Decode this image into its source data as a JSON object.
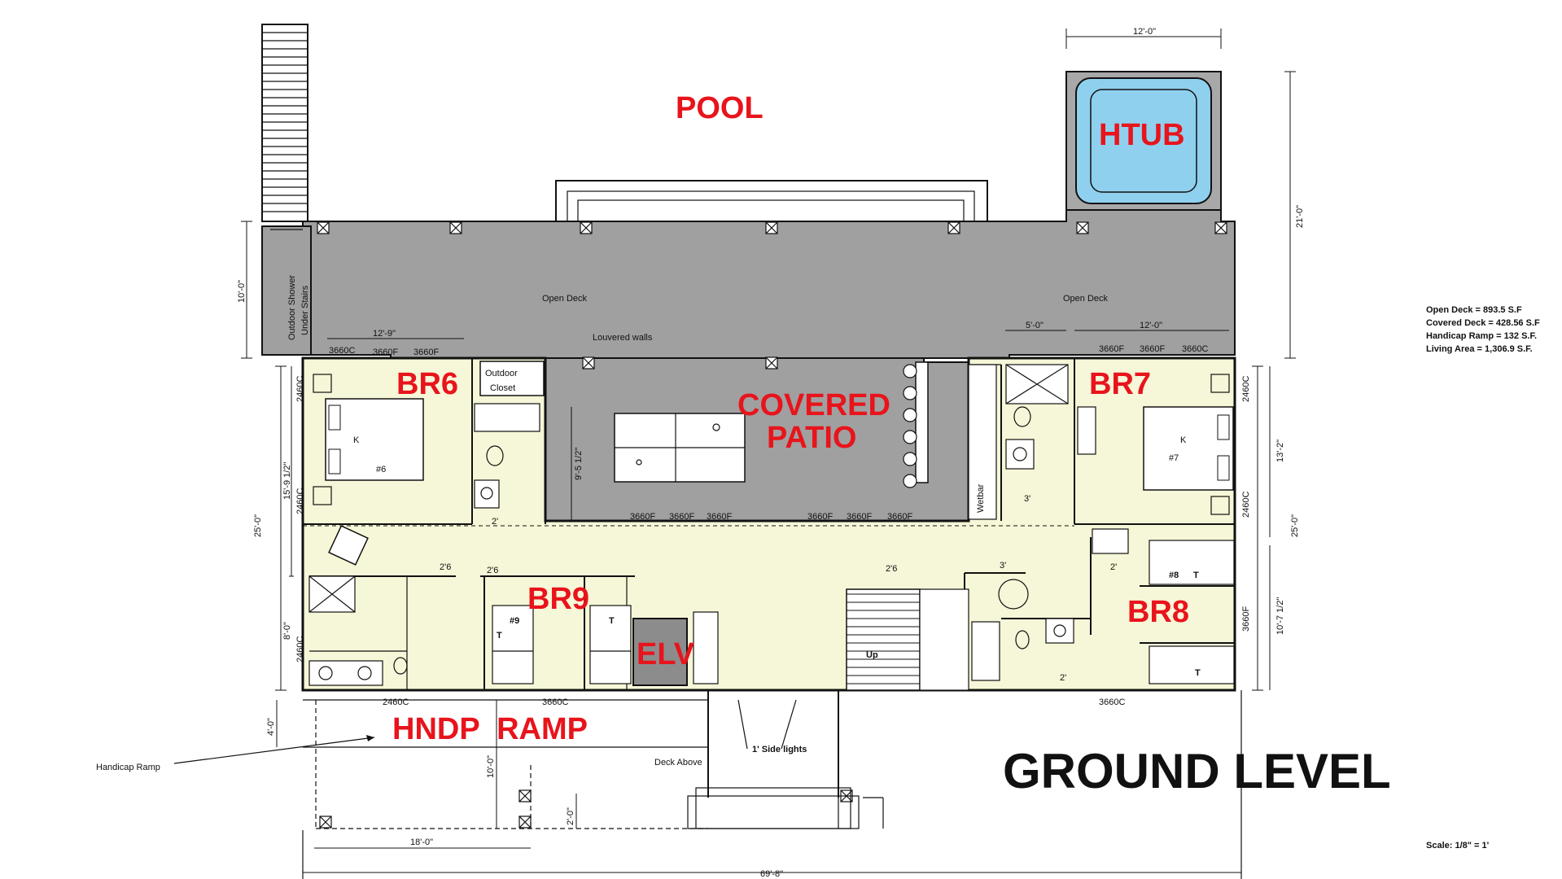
{
  "title": "GROUND LEVEL",
  "scale": "Scale: 1/8\" = 1'",
  "colors": {
    "room_label": "#e8141c",
    "living_area": "#f6f6d8",
    "deck": "#a0a0a0",
    "hot_tub_water": "#8fd0ee",
    "wall": "#111111"
  },
  "rooms": {
    "pool": "POOL",
    "htub": "HTUB",
    "br6": "BR6",
    "br7": "BR7",
    "covered_patio_line1": "COVERED",
    "covered_patio_line2": "PATIO",
    "br9": "BR9",
    "br8": "BR8",
    "elv": "ELV",
    "hndp_ramp": "HNDP  RAMP"
  },
  "notes": {
    "open_deck_left": "Open Deck",
    "open_deck_right": "Open Deck",
    "louvered_walls": "Louvered walls",
    "outdoor_closet_1": "Outdoor",
    "outdoor_closet_2": "Closet",
    "outdoor_shower_1": "Outdoor Shower",
    "outdoor_shower_2": "Under Stairs",
    "wetbar": "Wetbar",
    "up": "Up",
    "handicap_ramp": "Handicap Ramp",
    "deck_above": "Deck Above",
    "side_lights": "1' Side lights",
    "bed6": "#6",
    "bed7": "#7",
    "bed8": "#8",
    "bed9": "#9",
    "k": "K",
    "t": "T"
  },
  "summary": [
    "Open Deck = 893.5 S.F",
    "Covered Deck = 428.56 S.F",
    "Handicap Ramp = 132 S.F.",
    "Living Area = 1,306.9 S.F."
  ],
  "dimensions": {
    "htub_width": "12'-0\"",
    "htub_height": "21'-0\"",
    "deck_depth": "10'-0\"",
    "br6_width": "12'-9\"",
    "right_5": "5'-0\"",
    "right_12": "12'-0\"",
    "left_159": "15'-9 1/2\"",
    "left_25": "25'-0\"",
    "left_8": "8'-0\"",
    "patio_depth": "9'-5 1/2\"",
    "right_132": "13'-2\"",
    "right_25": "25'-0\"",
    "right_107": "10'-7 1/2\"",
    "ramp_4": "4'-0\"",
    "ramp_10": "10'-0\"",
    "step_2": "2'-0\"",
    "bottom_18": "18'-0\"",
    "bottom_698": "69'-8\""
  },
  "windows": {
    "w3660c": "3660C",
    "w3660f": "3660F",
    "w2460c": "2460C"
  },
  "doors": {
    "d26": "2'6",
    "d2": "2'",
    "d3": "3'"
  }
}
